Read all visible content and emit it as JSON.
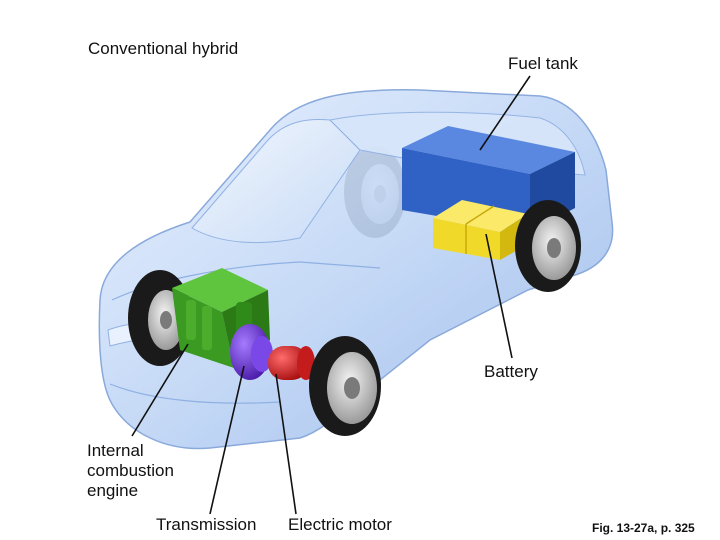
{
  "title": "Conventional hybrid",
  "labels": {
    "fuel_tank": "Fuel tank",
    "battery": "Battery",
    "engine": "Internal\ncombustion\nengine",
    "transmission": "Transmission",
    "electric_motor": "Electric motor"
  },
  "caption": "Fig. 13-27a, p. 325",
  "colors": {
    "car_body": "#bcd3f5",
    "fuel_tank": "#2f62c4",
    "battery": "#f1d92a",
    "engine": "#3a9a22",
    "transmission": "#6a2ed4",
    "electric_motor": "#d42222",
    "tire": "#1a1a1a",
    "leader_line": "#111111"
  }
}
